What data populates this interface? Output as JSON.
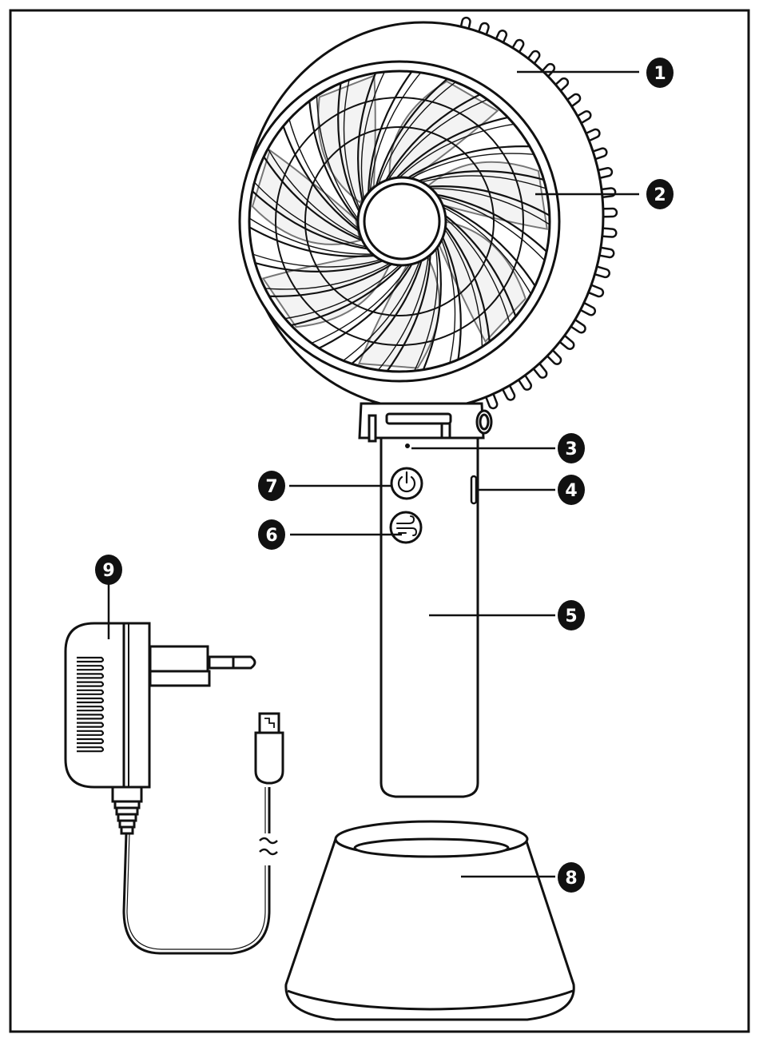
{
  "colors": {
    "line": "#111111",
    "background": "#ffffff",
    "badge": "#111111",
    "badge_text": "#ffffff"
  },
  "callouts": [
    {
      "number": "1",
      "part": "fan-housing"
    },
    {
      "number": "2",
      "part": "fan-grille"
    },
    {
      "number": "3",
      "part": "indicator-light"
    },
    {
      "number": "4",
      "part": "usb-socket"
    },
    {
      "number": "5",
      "part": "handle"
    },
    {
      "number": "6",
      "part": "speed-button"
    },
    {
      "number": "7",
      "part": "power-button"
    },
    {
      "number": "8",
      "part": "base-stand"
    },
    {
      "number": "9",
      "part": "power-adapter"
    }
  ],
  "icons": {
    "power_button": "power-icon",
    "speed_button": "wind-icon",
    "cable_break": "wavy-break-icon"
  }
}
